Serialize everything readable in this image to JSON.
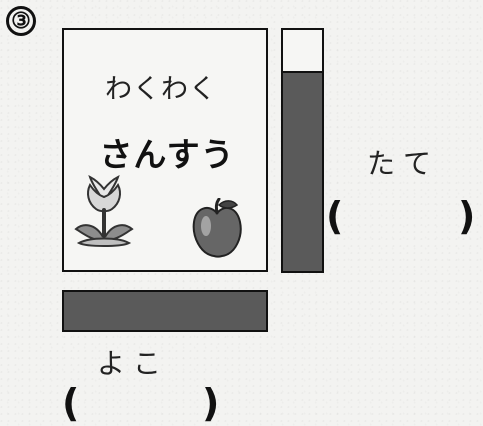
{
  "problem": {
    "number": "③"
  },
  "book": {
    "title_line1": "わくわく",
    "title_line2": "さんすう"
  },
  "measures": {
    "height_label": "たて",
    "width_label": "よこ",
    "height_answer_open": "(",
    "height_answer_close": ")",
    "width_answer_open": "(",
    "width_answer_close": ")"
  },
  "icons": {
    "tulip": "tulip-icon",
    "apple": "apple-icon"
  },
  "colors": {
    "ink": "#111111",
    "bar_fill": "#5a5a5a",
    "paper": "#f3f3f1"
  }
}
